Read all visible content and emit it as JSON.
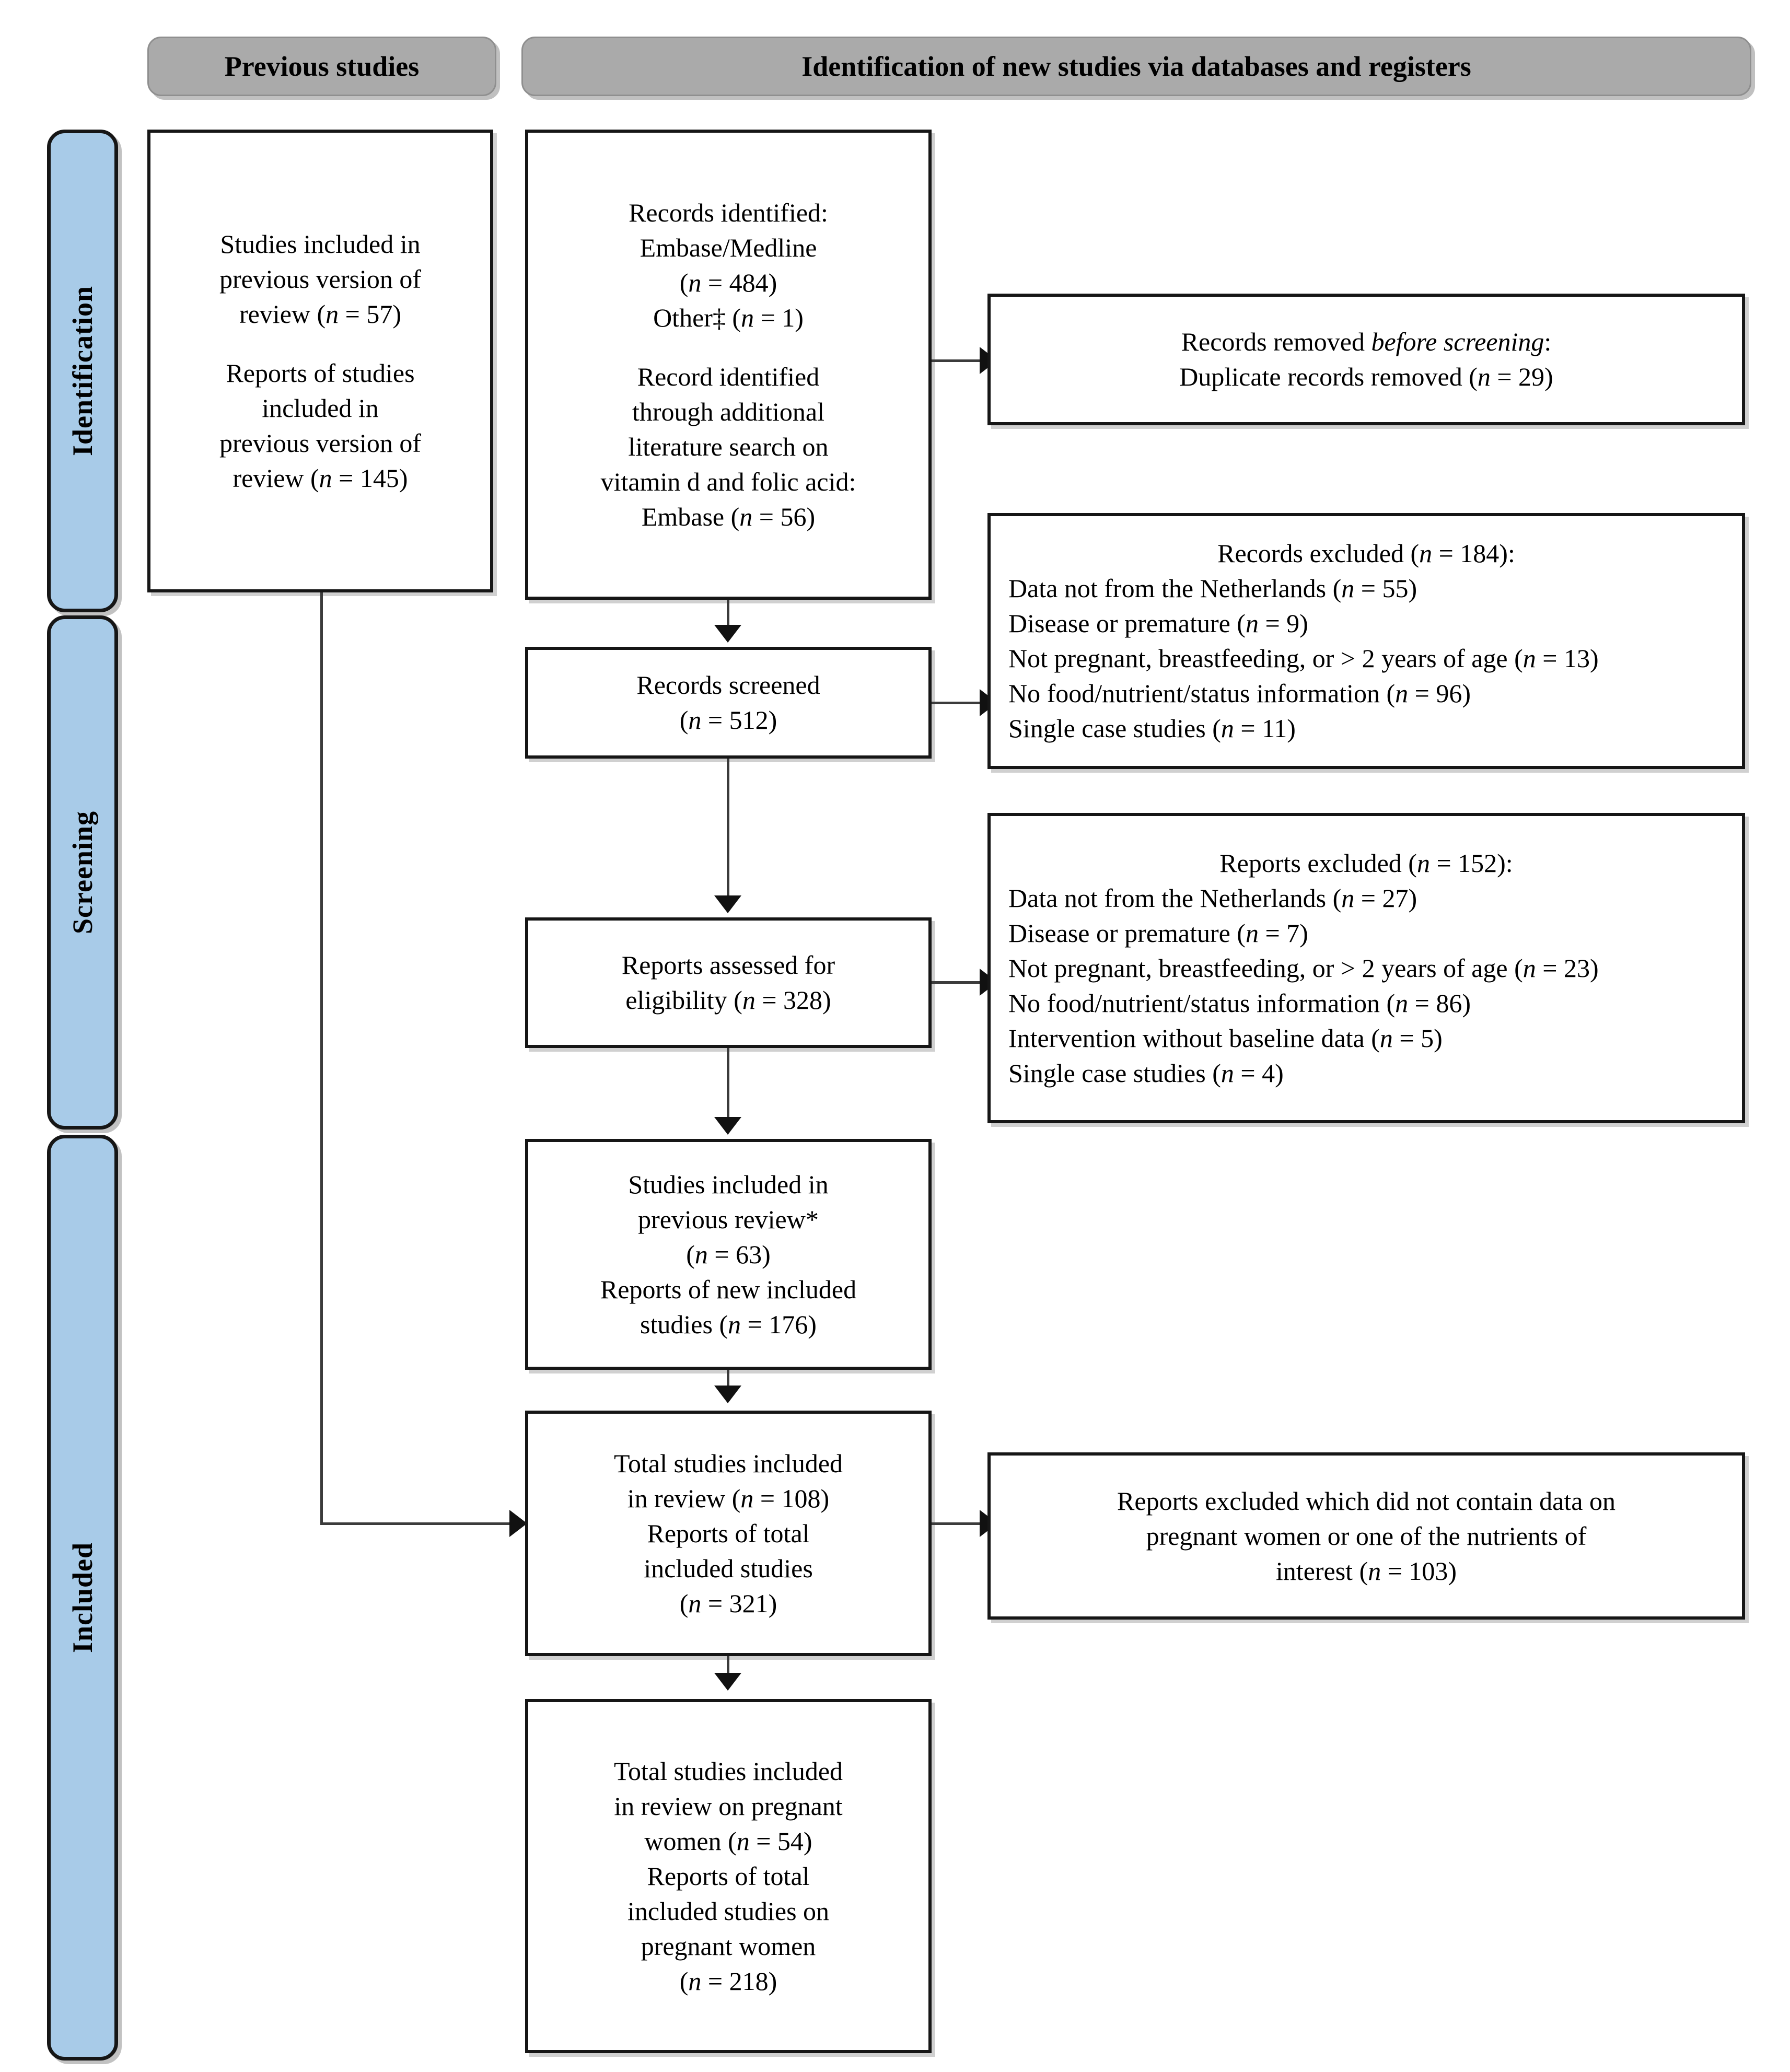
{
  "headers": {
    "previous_studies": "Previous studies",
    "new_studies": "Identification of new studies via databases and registers"
  },
  "stages": {
    "identification": "Identification",
    "screening": "Screening",
    "included": "Included"
  },
  "boxes": {
    "previous_included": {
      "l1": "Studies included in",
      "l2": "previous version of",
      "l3": "review (n = 57)",
      "l4": "Reports of studies",
      "l5": "included in",
      "l6": "previous version of",
      "l7": "review (n = 145)"
    },
    "records_identified": {
      "l1": "Records identified:",
      "l2": "Embase/Medline",
      "l3": "(n = 484)",
      "l4": "Other‡ (n = 1)",
      "l5": "Record identified",
      "l6": "through additional",
      "l7": "literature search on",
      "l8": "vitamin d and folic acid:",
      "l9": "Embase (n = 56)"
    },
    "records_removed": {
      "l1_a": "Records removed ",
      "l1_b": "before screening",
      "l1_c": ":",
      "l2": "Duplicate records removed (n = 29)"
    },
    "records_screened": {
      "l1": "Records screened",
      "l2": "(n = 512)"
    },
    "records_excluded": {
      "title": "Records excluded (n = 184):",
      "items": [
        "Data not from the Netherlands (n = 55)",
        "Disease or premature (n = 9)",
        "Not pregnant, breastfeeding, or > 2 years of age (n = 13)",
        "No food/nutrient/status information (n = 96)",
        "Single case studies (n = 11)"
      ]
    },
    "reports_assessed": {
      "l1": "Reports assessed for",
      "l2": "eligibility (n = 328)"
    },
    "reports_excluded": {
      "title": "Reports excluded (n = 152):",
      "items": [
        "Data not from the Netherlands (n = 27)",
        "Disease or premature (n = 7)",
        "Not pregnant, breastfeeding, or > 2 years of age (n = 23)",
        "No food/nutrient/status information (n = 86)",
        "Intervention without baseline data (n = 5)",
        "Single case studies (n = 4)"
      ]
    },
    "studies_included_prev": {
      "l1": "Studies included in",
      "l2": "previous review*",
      "l3": "(n = 63)",
      "l4": "Reports of new included",
      "l5": "studies (n = 176)"
    },
    "total_included": {
      "l1": "Total studies included",
      "l2": "in review (n = 108)",
      "l3": "Reports of total",
      "l4": "included studies",
      "l5": "(n = 321)"
    },
    "reports_excluded_nodata": {
      "l1": "Reports excluded which did not contain data on",
      "l2": "pregnant women or one of the nutrients of",
      "l3": "interest (n = 103)"
    },
    "total_pregnant": {
      "l1": "Total studies included",
      "l2": "in review on pregnant",
      "l3": "women (n = 54)",
      "l4": "Reports of total",
      "l5": "included studies on",
      "l6": "pregnant women",
      "l7": "(n = 218)"
    }
  },
  "colors": {
    "stage_fill": "#a8cbe8",
    "header_fill": "#aaaaaa",
    "border": "#161616",
    "connector": "#3b3b3b"
  }
}
